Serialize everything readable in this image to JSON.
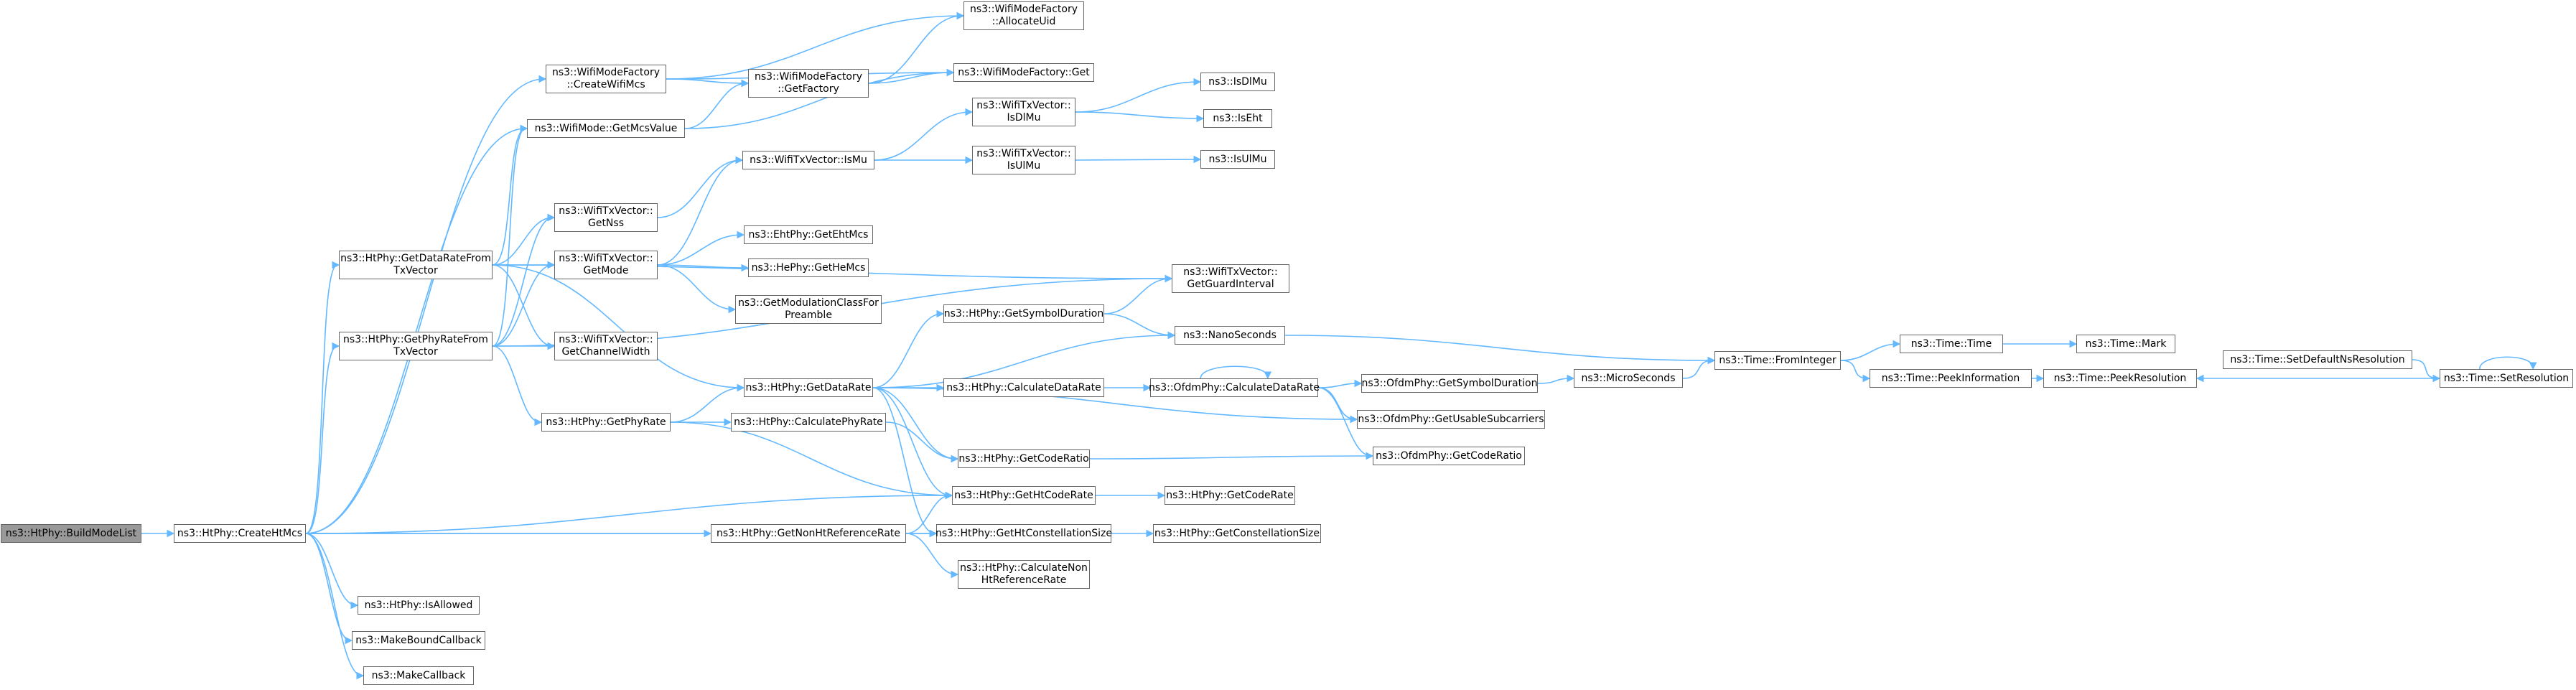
{
  "diagram": {
    "type": "call-graph",
    "root": "BuildModeList",
    "colors": {
      "edge": "#63b8ff",
      "node_border": "#666666",
      "root_fill": "#999999",
      "node_fill": "#ffffff"
    },
    "nodes": {
      "BuildModeList": {
        "lines": [
          "ns3::HtPhy::BuildModeList"
        ]
      },
      "CreateHtMcs": {
        "lines": [
          "ns3::HtPhy::CreateHtMcs"
        ]
      },
      "GetDataRateFromTxVector": {
        "lines": [
          "ns3::HtPhy::GetDataRateFrom",
          "TxVector"
        ]
      },
      "GetPhyRateFromTxVector": {
        "lines": [
          "ns3::HtPhy::GetPhyRateFrom",
          "TxVector"
        ]
      },
      "GetPhyRate": {
        "lines": [
          "ns3::HtPhy::GetPhyRate"
        ]
      },
      "IsAllowed": {
        "lines": [
          "ns3::HtPhy::IsAllowed"
        ]
      },
      "MakeBoundCallback": {
        "lines": [
          "ns3::MakeBoundCallback"
        ]
      },
      "MakeCallback": {
        "lines": [
          "ns3::MakeCallback"
        ]
      },
      "CreateWifiMcs": {
        "lines": [
          "ns3::WifiModeFactory",
          "::CreateWifiMcs"
        ]
      },
      "GetMcsValue": {
        "lines": [
          "ns3::WifiMode::GetMcsValue"
        ]
      },
      "GetNss": {
        "lines": [
          "ns3::WifiTxVector::",
          "GetNss"
        ]
      },
      "GetMode": {
        "lines": [
          "ns3::WifiTxVector::",
          "GetMode"
        ]
      },
      "GetChannelWidth": {
        "lines": [
          "ns3::WifiTxVector::",
          "GetChannelWidth"
        ]
      },
      "AllocateUid": {
        "lines": [
          "ns3::WifiModeFactory",
          "::AllocateUid"
        ]
      },
      "GetFactory": {
        "lines": [
          "ns3::WifiModeFactory",
          "::GetFactory"
        ]
      },
      "FactoryGet": {
        "lines": [
          "ns3::WifiModeFactory::Get"
        ]
      },
      "IsMu": {
        "lines": [
          "ns3::WifiTxVector::IsMu"
        ]
      },
      "TxIsDlMu": {
        "lines": [
          "ns3::WifiTxVector::",
          "IsDlMu"
        ]
      },
      "TxIsUlMu": {
        "lines": [
          "ns3::WifiTxVector::",
          "IsUlMu"
        ]
      },
      "IsDlMu": {
        "lines": [
          "ns3::IsDlMu"
        ]
      },
      "IsEht": {
        "lines": [
          "ns3::IsEht"
        ]
      },
      "IsUlMu": {
        "lines": [
          "ns3::IsUlMu"
        ]
      },
      "GetEhtMcs": {
        "lines": [
          "ns3::EhtPhy::GetEhtMcs"
        ]
      },
      "GetHeMcs": {
        "lines": [
          "ns3::HePhy::GetHeMcs"
        ]
      },
      "GetModulationClassForPreamble": {
        "lines": [
          "ns3::GetModulationClassFor",
          "Preamble"
        ]
      },
      "GetGuardInterval": {
        "lines": [
          "ns3::WifiTxVector::",
          "GetGuardInterval"
        ]
      },
      "GetSymbolDuration": {
        "lines": [
          "ns3::HtPhy::GetSymbolDuration"
        ]
      },
      "NanoSeconds": {
        "lines": [
          "ns3::NanoSeconds"
        ]
      },
      "GetDataRate": {
        "lines": [
          "ns3::HtPhy::GetDataRate"
        ]
      },
      "CalculateDataRate": {
        "lines": [
          "ns3::HtPhy::CalculateDataRate"
        ]
      },
      "OfdmCalculateDataRate": {
        "lines": [
          "ns3::OfdmPhy::CalculateDataRate"
        ]
      },
      "CalculatePhyRate": {
        "lines": [
          "ns3::HtPhy::CalculatePhyRate"
        ]
      },
      "HtGetCodeRatio": {
        "lines": [
          "ns3::HtPhy::GetCodeRatio"
        ]
      },
      "GetHtCodeRate": {
        "lines": [
          "ns3::HtPhy::GetHtCodeRate"
        ]
      },
      "GetNonHtReferenceRate": {
        "lines": [
          "ns3::HtPhy::GetNonHtReferenceRate"
        ]
      },
      "GetHtConstellationSize": {
        "lines": [
          "ns3::HtPhy::GetHtConstellationSize"
        ]
      },
      "CalculateNonHtReferenceRate": {
        "lines": [
          "ns3::HtPhy::CalculateNon",
          "HtReferenceRate"
        ]
      },
      "GetCodeRate": {
        "lines": [
          "ns3::HtPhy::GetCodeRate"
        ]
      },
      "GetConstellationSize": {
        "lines": [
          "ns3::HtPhy::GetConstellationSize"
        ]
      },
      "OfdmGetSymbolDuration": {
        "lines": [
          "ns3::OfdmPhy::GetSymbolDuration"
        ]
      },
      "GetUsableSubcarriers": {
        "lines": [
          "ns3::OfdmPhy::GetUsableSubcarriers"
        ]
      },
      "OfdmGetCodeRatio": {
        "lines": [
          "ns3::OfdmPhy::GetCodeRatio"
        ]
      },
      "MicroSeconds": {
        "lines": [
          "ns3::MicroSeconds"
        ]
      },
      "FromInteger": {
        "lines": [
          "ns3::Time::FromInteger"
        ]
      },
      "TimeTime": {
        "lines": [
          "ns3::Time::Time"
        ]
      },
      "TimeMark": {
        "lines": [
          "ns3::Time::Mark"
        ]
      },
      "PeekInformation": {
        "lines": [
          "ns3::Time::PeekInformation"
        ]
      },
      "PeekResolution": {
        "lines": [
          "ns3::Time::PeekResolution"
        ]
      },
      "SetDefaultNsResolution": {
        "lines": [
          "ns3::Time::SetDefaultNsResolution"
        ]
      },
      "SetResolution": {
        "lines": [
          "ns3::Time::SetResolution"
        ]
      }
    },
    "edges": [
      [
        "BuildModeList",
        "CreateHtMcs"
      ],
      [
        "CreateHtMcs",
        "CreateWifiMcs"
      ],
      [
        "CreateHtMcs",
        "GetMcsValue"
      ],
      [
        "CreateHtMcs",
        "GetDataRateFromTxVector"
      ],
      [
        "CreateHtMcs",
        "GetPhyRateFromTxVector"
      ],
      [
        "CreateHtMcs",
        "GetHtCodeRate"
      ],
      [
        "CreateHtMcs",
        "GetNonHtReferenceRate"
      ],
      [
        "CreateHtMcs",
        "GetHtConstellationSize"
      ],
      [
        "CreateHtMcs",
        "IsAllowed"
      ],
      [
        "CreateHtMcs",
        "MakeBoundCallback"
      ],
      [
        "CreateHtMcs",
        "MakeCallback"
      ],
      [
        "CreateWifiMcs",
        "AllocateUid"
      ],
      [
        "CreateWifiMcs",
        "GetFactory"
      ],
      [
        "CreateWifiMcs",
        "FactoryGet"
      ],
      [
        "GetFactory",
        "AllocateUid"
      ],
      [
        "GetFactory",
        "FactoryGet"
      ],
      [
        "GetMcsValue",
        "GetFactory"
      ],
      [
        "GetMcsValue",
        "FactoryGet"
      ],
      [
        "GetDataRateFromTxVector",
        "GetMcsValue"
      ],
      [
        "GetDataRateFromTxVector",
        "GetNss"
      ],
      [
        "GetDataRateFromTxVector",
        "GetMode"
      ],
      [
        "GetDataRateFromTxVector",
        "GetChannelWidth"
      ],
      [
        "GetDataRateFromTxVector",
        "GetGuardInterval"
      ],
      [
        "GetDataRateFromTxVector",
        "GetDataRate"
      ],
      [
        "GetPhyRateFromTxVector",
        "GetMcsValue"
      ],
      [
        "GetPhyRateFromTxVector",
        "GetNss"
      ],
      [
        "GetPhyRateFromTxVector",
        "GetMode"
      ],
      [
        "GetPhyRateFromTxVector",
        "GetChannelWidth"
      ],
      [
        "GetPhyRateFromTxVector",
        "GetGuardInterval"
      ],
      [
        "GetPhyRateFromTxVector",
        "GetPhyRate"
      ],
      [
        "GetNss",
        "IsMu"
      ],
      [
        "GetMode",
        "IsMu"
      ],
      [
        "GetMode",
        "GetEhtMcs"
      ],
      [
        "GetMode",
        "GetHeMcs"
      ],
      [
        "GetMode",
        "GetModulationClassForPreamble"
      ],
      [
        "IsMu",
        "TxIsDlMu"
      ],
      [
        "IsMu",
        "TxIsUlMu"
      ],
      [
        "TxIsDlMu",
        "IsDlMu"
      ],
      [
        "TxIsDlMu",
        "IsEht"
      ],
      [
        "TxIsUlMu",
        "IsUlMu"
      ],
      [
        "GetPhyRate",
        "GetDataRate"
      ],
      [
        "GetPhyRate",
        "CalculatePhyRate"
      ],
      [
        "GetPhyRate",
        "GetHtCodeRate"
      ],
      [
        "CalculatePhyRate",
        "HtGetCodeRatio"
      ],
      [
        "GetDataRate",
        "GetSymbolDuration"
      ],
      [
        "GetDataRate",
        "NanoSeconds"
      ],
      [
        "GetDataRate",
        "CalculateDataRate"
      ],
      [
        "GetDataRate",
        "GetUsableSubcarriers"
      ],
      [
        "GetDataRate",
        "HtGetCodeRatio"
      ],
      [
        "GetDataRate",
        "GetHtCodeRate"
      ],
      [
        "GetDataRate",
        "GetHtConstellationSize"
      ],
      [
        "GetSymbolDuration",
        "GetGuardInterval"
      ],
      [
        "GetSymbolDuration",
        "NanoSeconds"
      ],
      [
        "CalculateDataRate",
        "OfdmCalculateDataRate"
      ],
      [
        "OfdmCalculateDataRate",
        "OfdmCalculateDataRate"
      ],
      [
        "OfdmCalculateDataRate",
        "OfdmGetSymbolDuration"
      ],
      [
        "OfdmCalculateDataRate",
        "GetUsableSubcarriers"
      ],
      [
        "OfdmCalculateDataRate",
        "OfdmGetCodeRatio"
      ],
      [
        "HtGetCodeRatio",
        "OfdmGetCodeRatio"
      ],
      [
        "GetHtCodeRate",
        "GetCodeRate"
      ],
      [
        "GetNonHtReferenceRate",
        "GetHtCodeRate"
      ],
      [
        "GetNonHtReferenceRate",
        "GetHtConstellationSize"
      ],
      [
        "GetNonHtReferenceRate",
        "CalculateNonHtReferenceRate"
      ],
      [
        "GetHtConstellationSize",
        "GetConstellationSize"
      ],
      [
        "OfdmGetSymbolDuration",
        "MicroSeconds"
      ],
      [
        "MicroSeconds",
        "FromInteger"
      ],
      [
        "NanoSeconds",
        "FromInteger"
      ],
      [
        "FromInteger",
        "TimeTime"
      ],
      [
        "FromInteger",
        "PeekInformation"
      ],
      [
        "TimeTime",
        "TimeMark"
      ],
      [
        "PeekInformation",
        "PeekResolution"
      ],
      [
        "SetDefaultNsResolution",
        "SetResolution"
      ],
      [
        "SetResolution",
        "SetResolution"
      ],
      [
        "SetResolution",
        "PeekResolution"
      ]
    ]
  }
}
